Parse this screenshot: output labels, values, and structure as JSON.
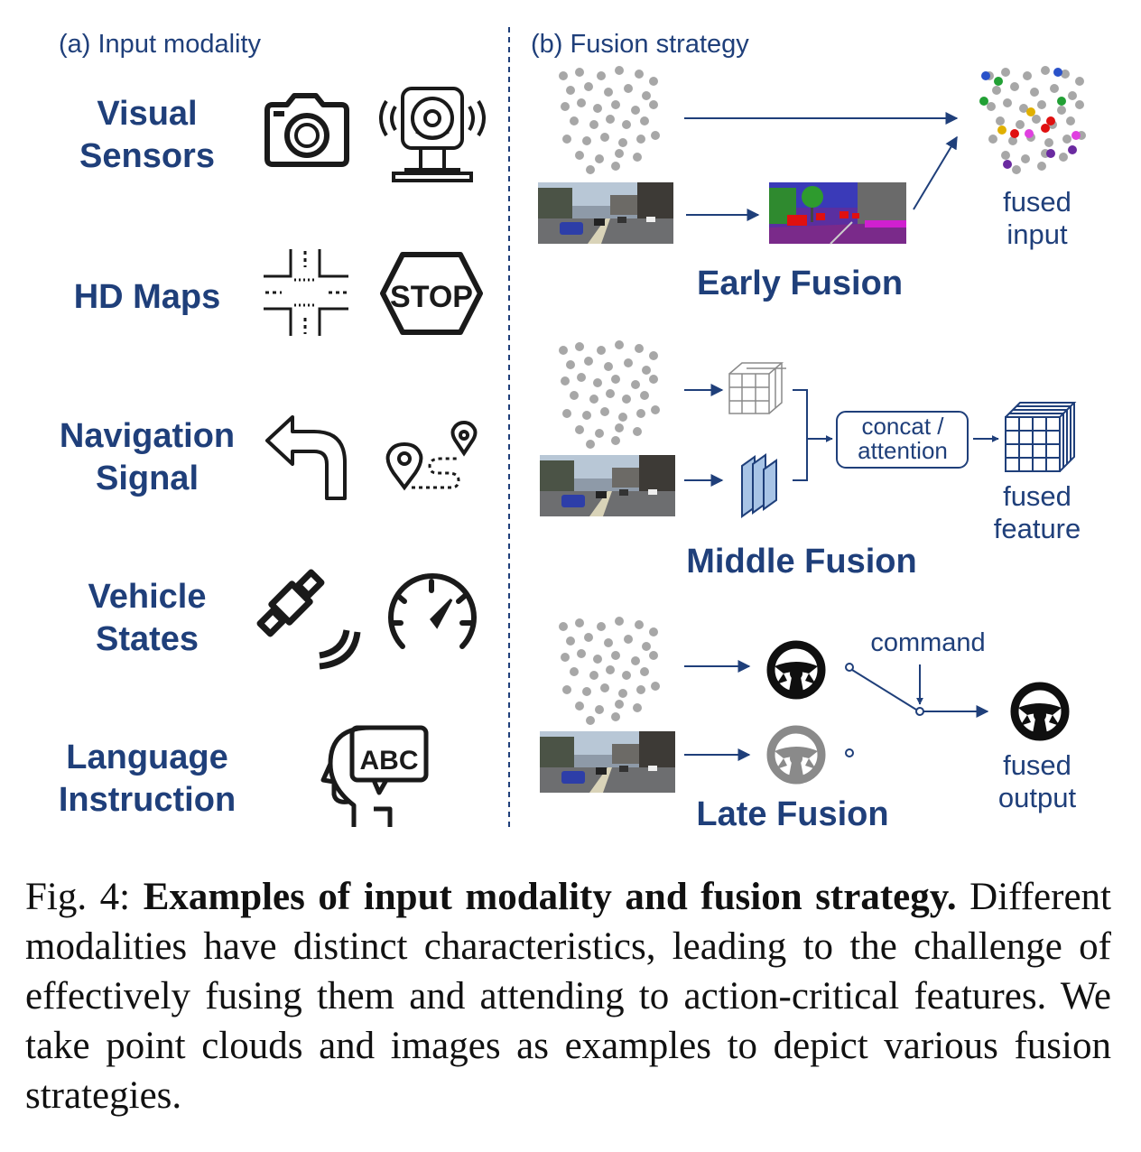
{
  "panel_a": {
    "title": "(a) Input modality",
    "modalities": [
      {
        "line1": "Visual",
        "line2": "Sensors",
        "icons": [
          "camera-icon",
          "sensor-device-icon"
        ]
      },
      {
        "line1": "HD Maps",
        "line2": "",
        "icons": [
          "intersection-map-icon",
          "stop-sign-icon"
        ]
      },
      {
        "line1": "Navigation",
        "line2": "Signal",
        "icons": [
          "turn-left-arrow-icon",
          "route-pin-icon"
        ]
      },
      {
        "line1": "Vehicle",
        "line2": "States",
        "icons": [
          "satellite-icon",
          "speedometer-icon"
        ]
      },
      {
        "line1": "Language",
        "line2": "Instruction",
        "icons": [
          "head-abc-icon"
        ]
      }
    ]
  },
  "panel_b": {
    "title": "(b) Fusion strategy",
    "early": {
      "label": "Early Fusion",
      "out1": "fused",
      "out2": "input"
    },
    "middle": {
      "label": "Middle Fusion",
      "box1": "concat /",
      "box2": "attention",
      "out1": "fused",
      "out2": "feature"
    },
    "late": {
      "label": "Late Fusion",
      "command": "command",
      "out1": "fused",
      "out2": "output"
    }
  },
  "stop_text": "STOP",
  "abc_text": "ABC",
  "caption": {
    "prefix": "Fig. 4: ",
    "bold": "Examples of input modality and fusion strategy.",
    "rest": " Different modalities have distinct characteristics, leading to the challenge of effectively fusing them and attending to action-critical features. We take point clouds and images as examples to depict various fusion strategies."
  },
  "colors": {
    "accent": "#1f3f7a",
    "points": "#a7a7a7",
    "icon": "#1a1a1a"
  }
}
